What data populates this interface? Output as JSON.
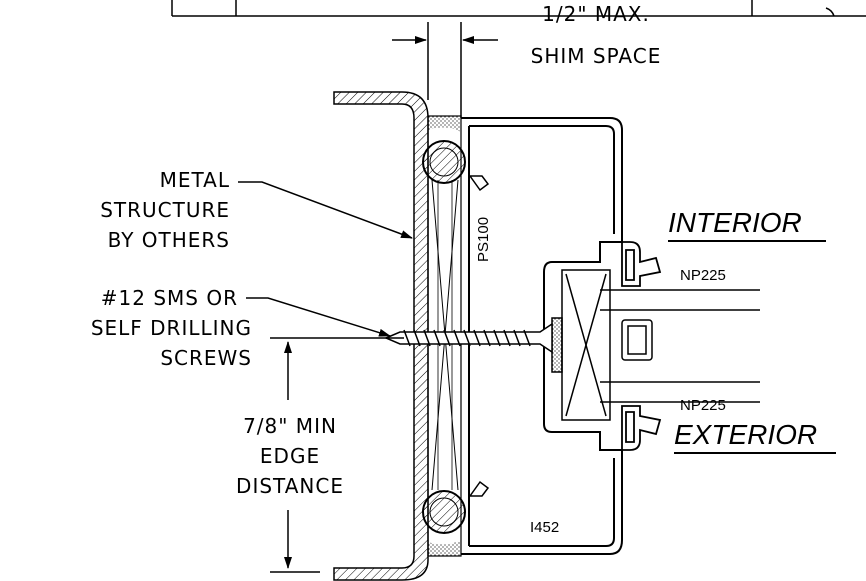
{
  "labels": {
    "shim_line1": "1/2\" MAX.",
    "shim_line2": "SHIM SPACE",
    "metal_line1": "METAL",
    "metal_line2": "STRUCTURE",
    "metal_line3": "BY OTHERS",
    "screw_line1": "#12 SMS OR",
    "screw_line2": "SELF DRILLING",
    "screw_line3": "SCREWS",
    "edge_line1": "7/8\" MIN",
    "edge_line2": "EDGE",
    "edge_line3": "DISTANCE",
    "interior": "INTERIOR",
    "exterior": "EXTERIOR",
    "part_ps100": "PS100",
    "part_np225_top": "NP225",
    "part_np225_bottom": "NP225",
    "part_i452": "I452"
  },
  "colors": {
    "line": "#000000",
    "background": "#ffffff"
  }
}
